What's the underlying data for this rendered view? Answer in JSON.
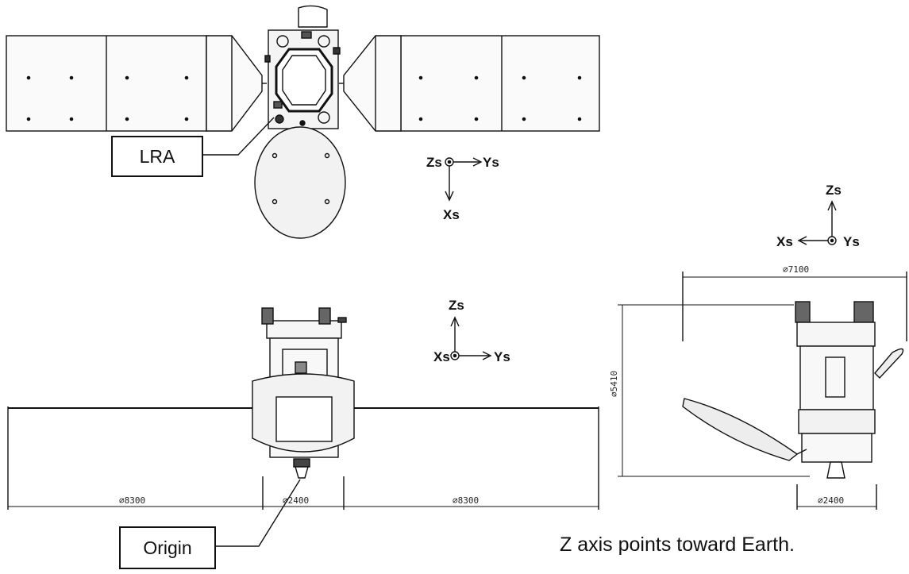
{
  "callouts": {
    "lra": "LRA",
    "origin": "Origin"
  },
  "note": "Z axis points toward Earth.",
  "axes": {
    "top": {
      "center": "Zs",
      "right": "Ys",
      "down": "Xs"
    },
    "front": {
      "up": "Zs",
      "center": "Xs",
      "right": "Ys"
    },
    "side": {
      "up": "Zs",
      "left": "Xs",
      "center": "Ys"
    }
  },
  "dimensions": {
    "panel_left": "⌀8300",
    "body_width": "⌀2400",
    "panel_right": "⌀8300",
    "side_width": "⌀7100",
    "side_height": "⌀5410",
    "side_body": "⌀2400"
  },
  "colors": {
    "ink": "#111111",
    "panel": "#fafafa",
    "reflector": "#f2f2f2"
  }
}
